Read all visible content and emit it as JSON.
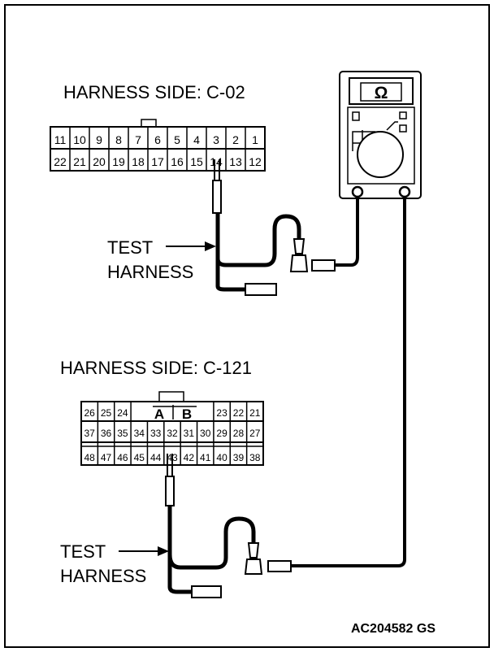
{
  "connector_c02": {
    "label": "HARNESS SIDE: C-02",
    "row_top": [
      "11",
      "10",
      "9",
      "8",
      "7",
      "6",
      "5",
      "4",
      "3",
      "2",
      "1"
    ],
    "row_bottom": [
      "22",
      "21",
      "20",
      "19",
      "18",
      "17",
      "16",
      "15",
      "14",
      "13",
      "12"
    ]
  },
  "connector_c121": {
    "label": "HARNESS SIDE: C-121",
    "row1_left": [
      "26",
      "25",
      "24"
    ],
    "row1_mid": [
      "A",
      "B"
    ],
    "row1_right": [
      "23",
      "22",
      "21"
    ],
    "row2": [
      "37",
      "36",
      "35",
      "34",
      "33",
      "32",
      "31",
      "30",
      "29",
      "28",
      "27"
    ],
    "row3": [
      "48",
      "47",
      "46",
      "45",
      "44",
      "43",
      "42",
      "41",
      "40",
      "39",
      "38"
    ]
  },
  "meter": {
    "symbol": "Ω"
  },
  "test_harness_1": {
    "line1": "TEST",
    "line2": "HARNESS"
  },
  "test_harness_2": {
    "line1": "TEST",
    "line2": "HARNESS"
  },
  "figure_code": "AC204582 GS"
}
